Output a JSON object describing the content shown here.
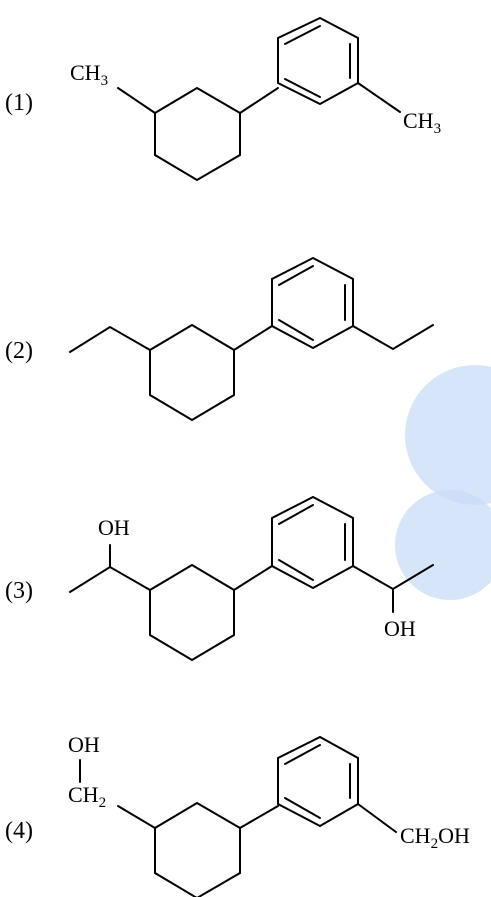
{
  "items": [
    {
      "number": "(1)",
      "left_group": {
        "main": "CH",
        "sub": "3",
        "tail": ""
      },
      "right_group": {
        "main": "CH",
        "sub": "3",
        "tail": ""
      }
    },
    {
      "number": "(2)"
    },
    {
      "number": "(3)",
      "left_group": {
        "main": "OH"
      },
      "right_group": {
        "main": "OH"
      }
    },
    {
      "number": "(4)",
      "left_top": {
        "main": "OH"
      },
      "left_group": {
        "main": "CH",
        "sub": "2",
        "tail": ""
      },
      "right_group": {
        "main": "CH",
        "sub": "2",
        "tail": "OH"
      }
    }
  ],
  "colors": {
    "ink": "#000000",
    "watermark": "#c9dcf7"
  }
}
